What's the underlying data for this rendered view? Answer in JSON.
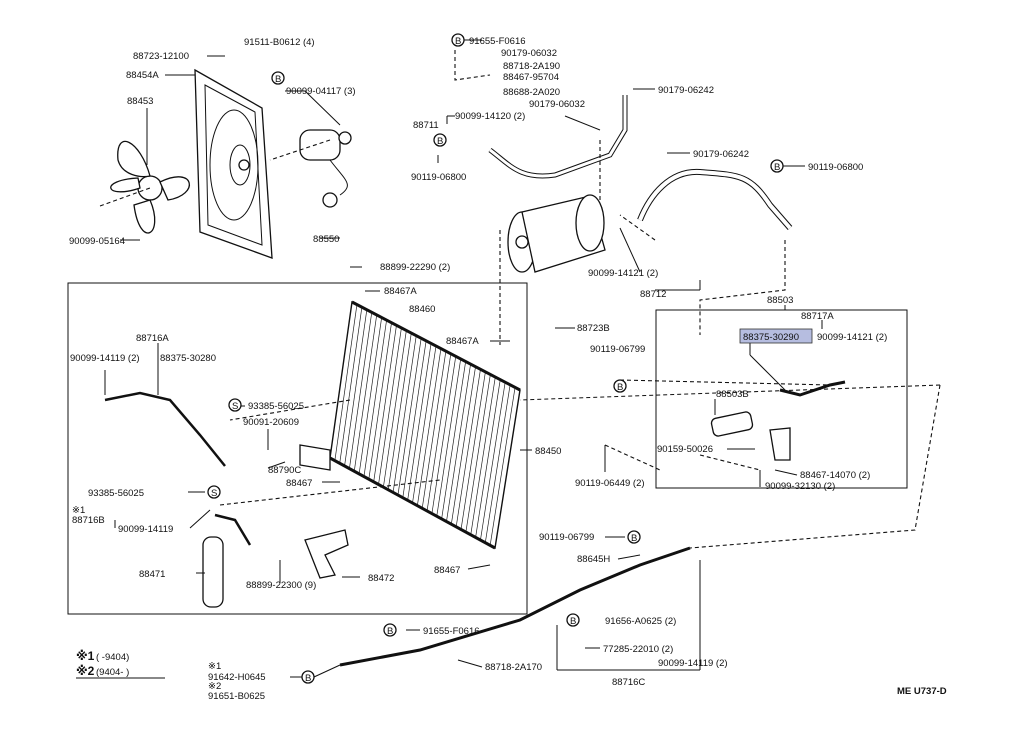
{
  "diagram_code": "ME  U737-D",
  "legend": {
    "note1_mark": "※1",
    "note1_text": "(      -9404)",
    "note2_mark": "※2",
    "note2_text": "(9404-      )"
  },
  "highlighted_part": "88375-30290",
  "labels": {
    "l_91511": "91511-B0612 (4)",
    "l_88723": "88723-12100",
    "l_88454a": "88454A",
    "l_88453": "88453",
    "l_90099_04117": "90099-04117 (3)",
    "l_90099_05164": "90099-05164",
    "l_88550": "88550",
    "l_88899_22290": "88899-22290 (2)",
    "l_91655_f0616_top": "91655-F0616",
    "l_90179_06032_a": "90179-06032",
    "l_88718_2a190": "88718-2A190",
    "l_88467_95704": "88467-95704",
    "l_88688_2a020": "88688-2A020",
    "l_90179_06032_b": "90179-06032",
    "l_90099_14120": "90099-14120 (2)",
    "l_88711": "88711",
    "l_90119_06800_a": "90119-06800",
    "l_90179_06242_a": "90179-06242",
    "l_90179_06242_b": "90179-06242",
    "l_90119_06800_b": "90119-06800",
    "l_90099_14121_a": "90099-14121 (2)",
    "l_88712": "88712",
    "l_88467a_1": "88467A",
    "l_88460": "88460",
    "l_88467a_2": "88467A",
    "l_88723b": "88723B",
    "l_88716a": "88716A",
    "l_90099_14119_a": "90099-14119 (2)",
    "l_88375_30280": "88375-30280",
    "l_93385_56025_a": "93385-56025",
    "l_90091_20609": "90091-20609",
    "l_88790c": "88790C",
    "l_88467_a": "88467",
    "l_93385_56025_b": "93385-56025",
    "l_note1_left": "※1",
    "l_88716b": "88716B",
    "l_90099_14119_b": "90099-14119",
    "l_88471": "88471",
    "l_88899_22300": "88899-22300 (9)",
    "l_88472": "88472",
    "l_88467_b": "88467",
    "l_88450": "88450",
    "l_88503": "88503",
    "l_88717a": "88717A",
    "l_88375_30290": "88375-30290",
    "l_90099_14121_b": "90099-14121 (2)",
    "l_90119_06799_a": "90119-06799",
    "l_88503b": "88503B",
    "l_90159_50026": "90159-50026",
    "l_88467_14070": "88467-14070 (2)",
    "l_90099_32130": "90099-32130 (2)",
    "l_90119_06449": "90119-06449 (2)",
    "l_90119_06799_b": "90119-06799",
    "l_88645h": "88645H",
    "l_91655_f0616_b": "91655-F0616",
    "l_91656_a0625": "91656-A0625 (2)",
    "l_77285_22010": "77285-22010 (2)",
    "l_90099_14119_c": "90099-14119 (2)",
    "l_88716c": "88716C",
    "l_88718_2a170": "88718-2A170",
    "l_note1_bottom": "※1",
    "l_91642_h0645": "91642-H0645",
    "l_note2_bottom": "※2",
    "l_91651_b0625": "91651-B0625"
  },
  "markers": {
    "b": "B",
    "s": "S"
  }
}
